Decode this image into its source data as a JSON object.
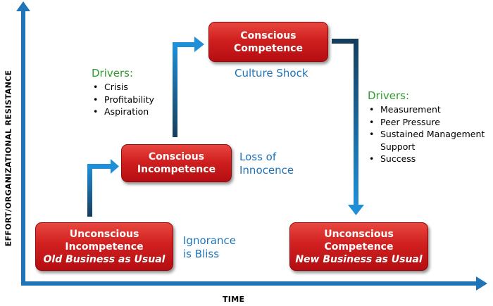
{
  "axes": {
    "y_label": "EFFORT/ORGANIZATIONAL RESISTANCE",
    "x_label": "TIME"
  },
  "stages": {
    "unconscious_incompetence": {
      "line1": "Unconscious",
      "line2": "Incompetence",
      "line3": "Old Business as Usual"
    },
    "conscious_incompetence": {
      "line1": "Conscious",
      "line2": "Incompetence"
    },
    "conscious_competence": {
      "line1": "Conscious",
      "line2": "Competence"
    },
    "unconscious_competence": {
      "line1": "Unconscious",
      "line2": "Competence",
      "line3": "New Business as Usual"
    }
  },
  "captions": {
    "ignorance": {
      "line1": "Ignorance",
      "line2": "is Bliss"
    },
    "loss": {
      "line1": "Loss of",
      "line2": "Innocence"
    },
    "culture_shock": "Culture Shock"
  },
  "drivers_left": {
    "title": "Drivers:",
    "items": [
      "Crisis",
      "Profitability",
      "Aspiration"
    ]
  },
  "drivers_right": {
    "title": "Drivers:",
    "items": [
      "Measurement",
      "Peer Pressure",
      "Sustained Management",
      "Support",
      "Success"
    ]
  },
  "colors": {
    "axis_blue": "#1f74b8",
    "box_red": "#d0201f",
    "driver_green": "#2f9b2e",
    "caption_blue": "#1f74b8"
  }
}
